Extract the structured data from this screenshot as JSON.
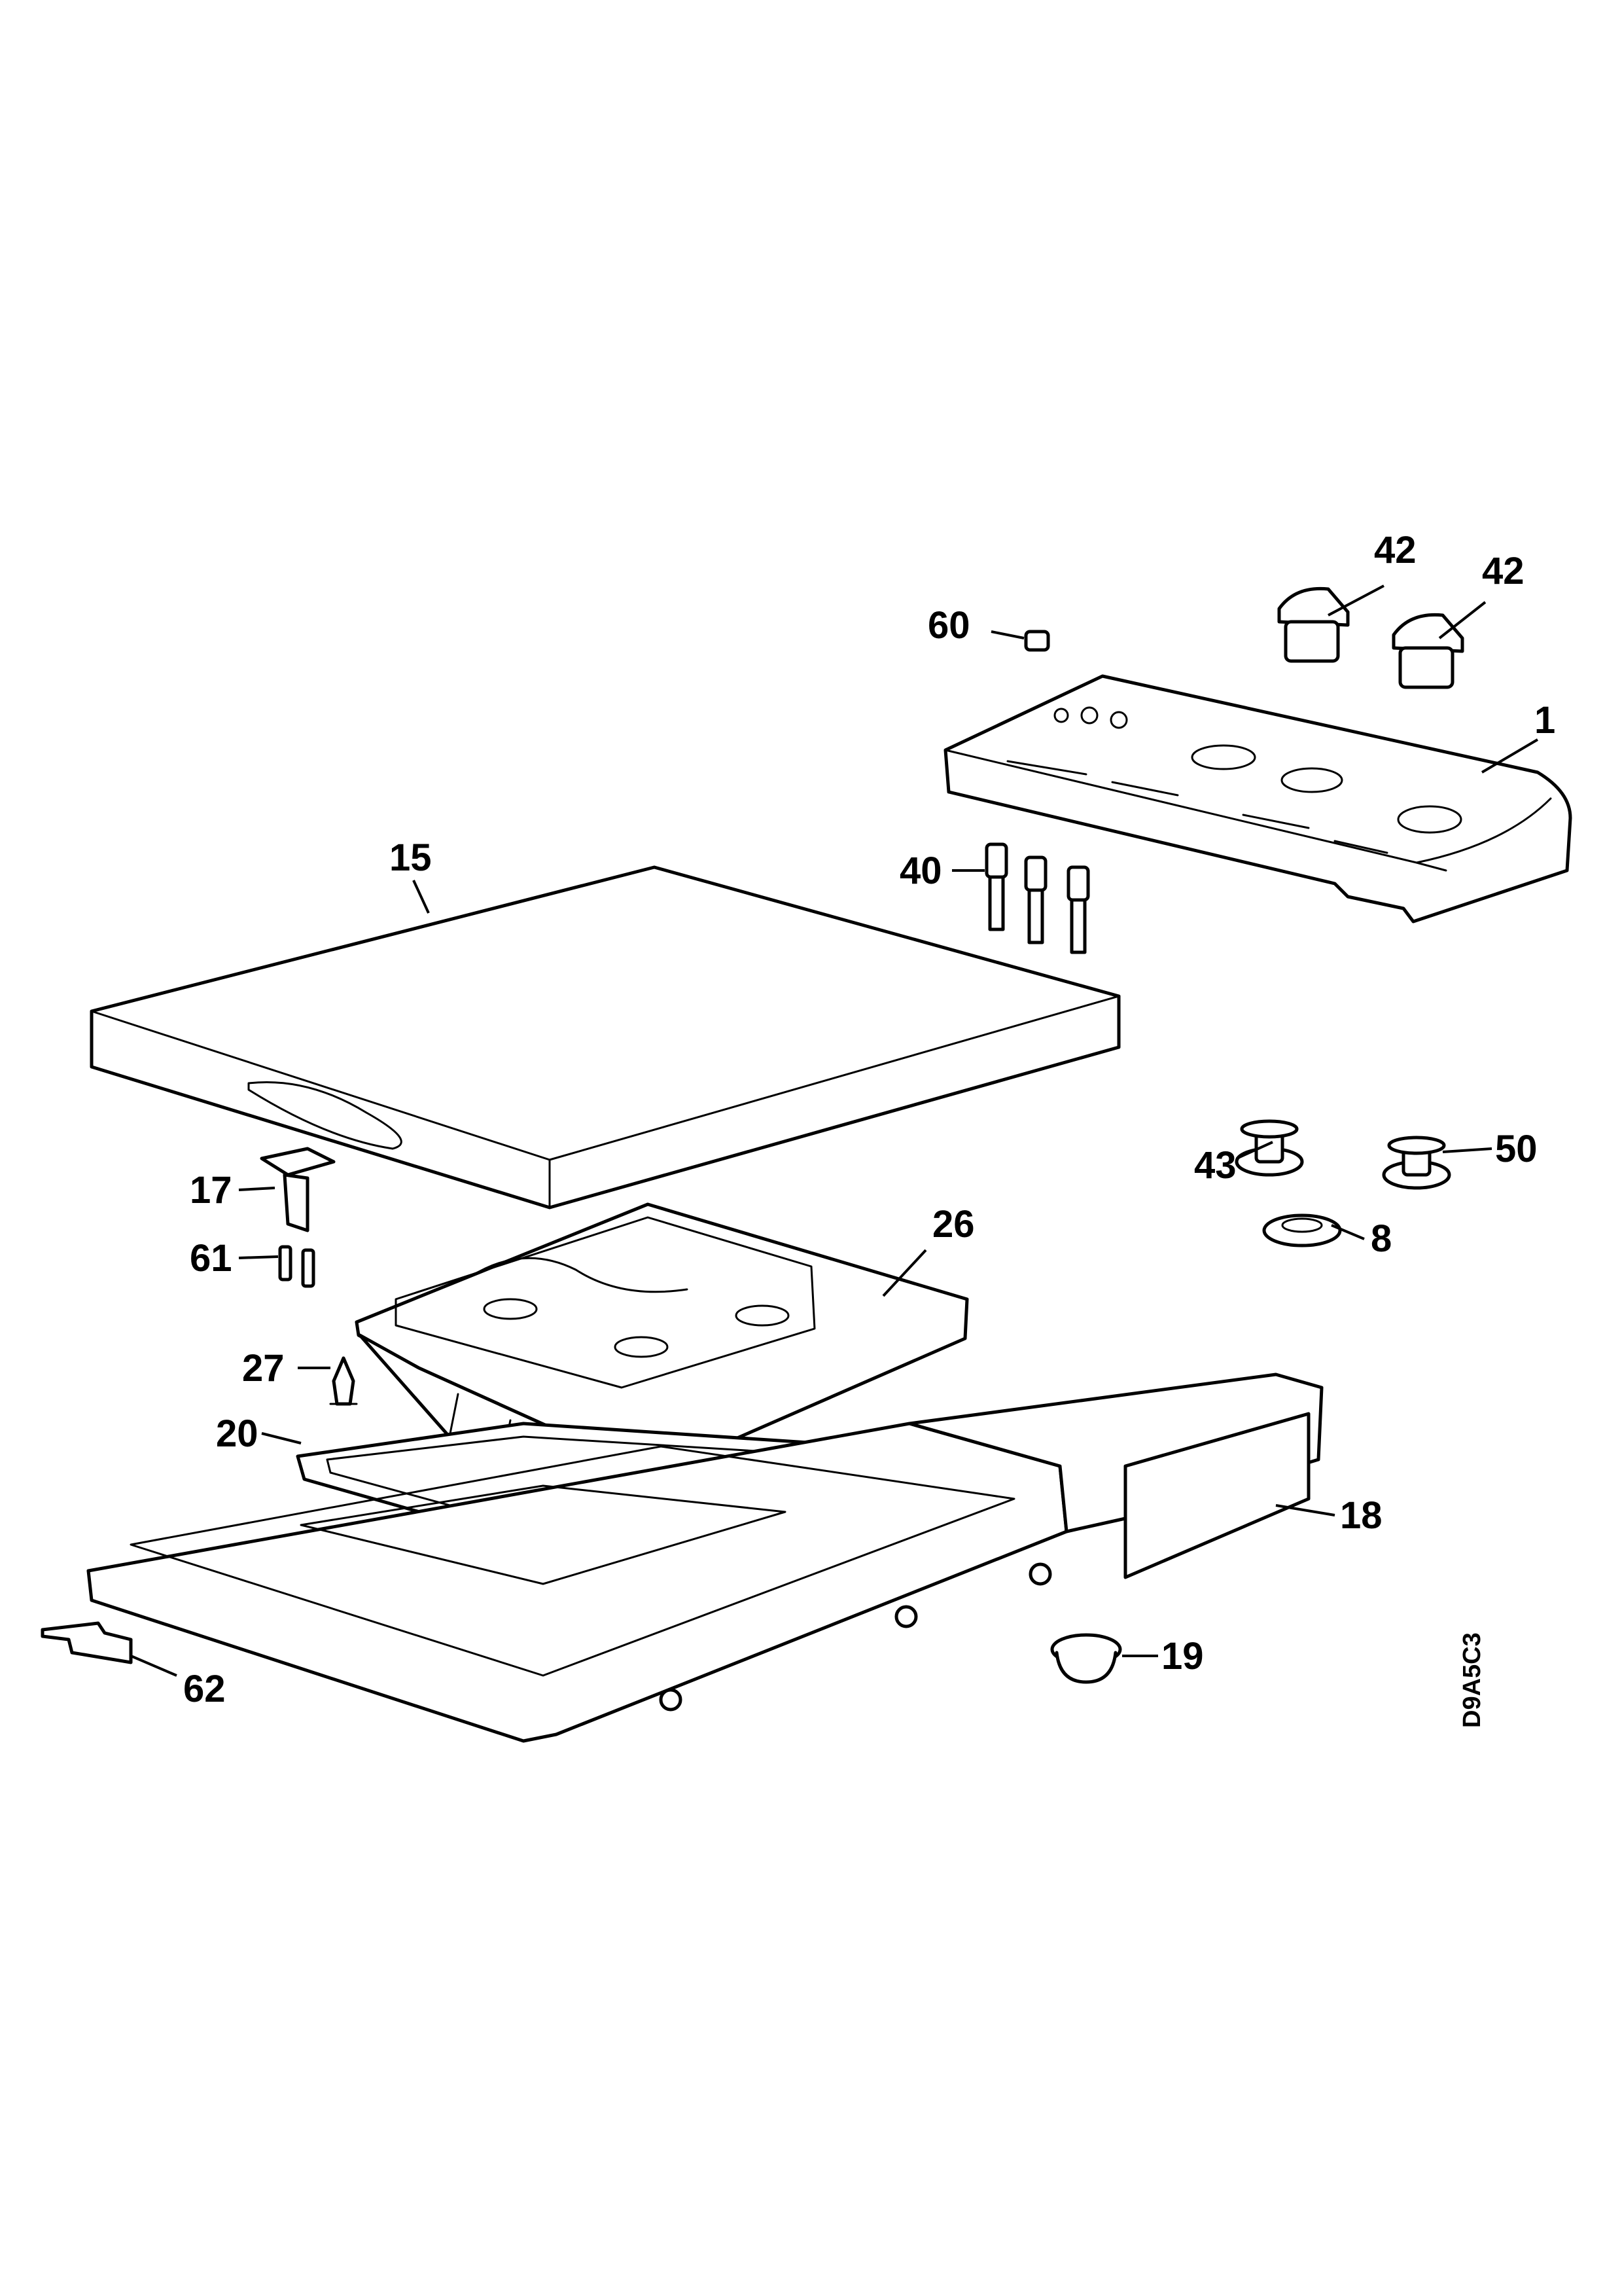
{
  "diagram_code": "D9A5C3",
  "callouts": {
    "c42a": "42",
    "c42b": "42",
    "c60": "60",
    "c1": "1",
    "c15": "15",
    "c40": "40",
    "c43": "43",
    "c50": "50",
    "c8": "8",
    "c17": "17",
    "c61": "61",
    "c26": "26",
    "c27": "27",
    "c20": "20",
    "c18": "18",
    "c19": "19",
    "c62": "62"
  }
}
